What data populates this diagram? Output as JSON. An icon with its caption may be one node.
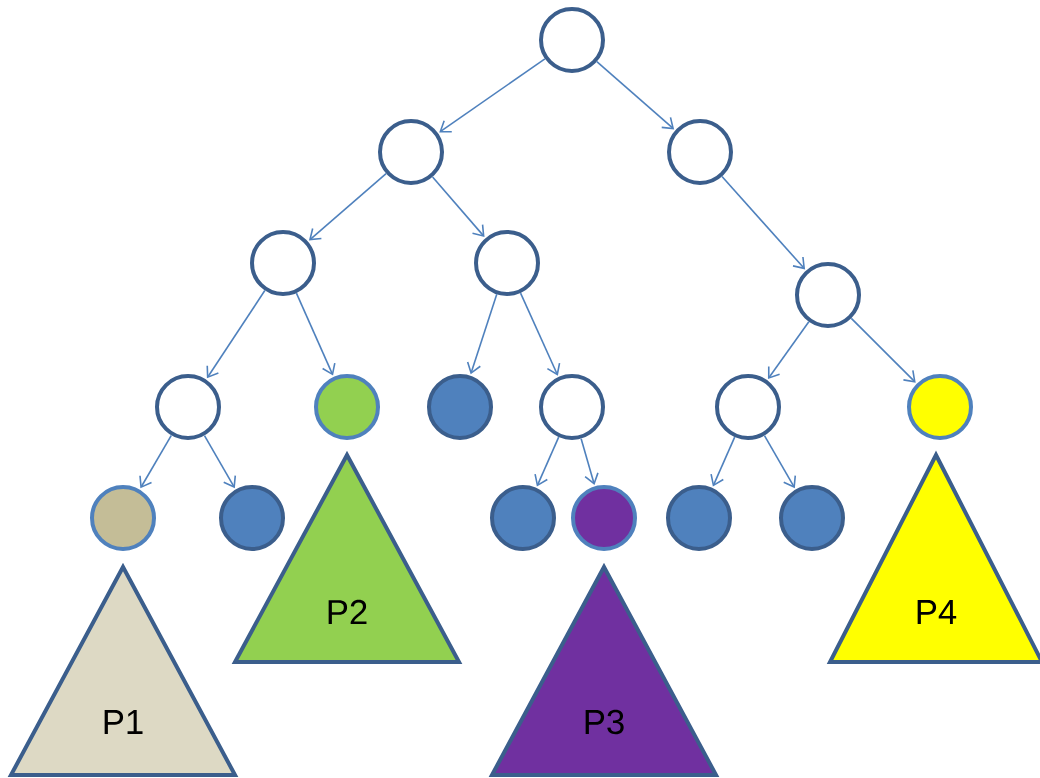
{
  "diagram": {
    "nodes": [
      {
        "text": [],
        "shape": "circle"
      },
      {
        "text": [],
        "shape": "circle"
      },
      {
        "text": [],
        "shape": "circle"
      },
      {
        "text": [],
        "shape": "circle"
      },
      {
        "text": [],
        "shape": "circle"
      },
      {
        "text": [],
        "shape": "circle"
      },
      {
        "text": [],
        "shape": "circle"
      },
      {
        "text": [],
        "shape": "circle"
      },
      {
        "text": [],
        "shape": "circle"
      },
      {
        "text": [],
        "shape": "circle"
      },
      {
        "text": [],
        "shape": "circle"
      },
      {
        "text": [],
        "shape": "circle"
      },
      {
        "text": [],
        "shape": "circle"
      },
      {
        "text": [],
        "shape": "circle"
      },
      {
        "text": [],
        "shape": "circle"
      },
      {
        "text": [],
        "shape": "circle"
      },
      {
        "text": [],
        "shape": "circle"
      },
      {
        "text": [],
        "shape": "circle"
      },
      {
        "text": [
          "P1"
        ]
      },
      {
        "text": [
          "P2"
        ]
      },
      {
        "text": [
          "P3"
        ]
      },
      {
        "text": [
          "P4"
        ]
      }
    ],
    "edges": [
      {
        "from": 0,
        "to": 1,
        "arrow": "to"
      },
      {
        "from": 0,
        "to": 2,
        "arrow": "to"
      },
      {
        "from": 1,
        "to": 3,
        "arrow": "to"
      },
      {
        "from": 1,
        "to": 4,
        "arrow": "to"
      },
      {
        "from": 2,
        "to": 5,
        "arrow": "to"
      },
      {
        "from": 3,
        "to": 6,
        "arrow": "to"
      },
      {
        "from": 3,
        "to": 7,
        "arrow": "to"
      },
      {
        "from": 4,
        "to": 8,
        "arrow": "to"
      },
      {
        "from": 4,
        "to": 9,
        "arrow": "to"
      },
      {
        "from": 5,
        "to": 10,
        "arrow": "to"
      },
      {
        "from": 5,
        "to": 11,
        "arrow": "to"
      },
      {
        "from": 6,
        "to": 12,
        "arrow": "to"
      },
      {
        "from": 6,
        "to": 13,
        "arrow": "to"
      },
      {
        "from": 9,
        "to": 14,
        "arrow": "to"
      },
      {
        "from": 9,
        "to": 15,
        "arrow": "to"
      },
      {
        "from": 10,
        "to": 16,
        "arrow": "to"
      },
      {
        "from": 10,
        "to": 17,
        "arrow": "to"
      }
    ]
  }
}
